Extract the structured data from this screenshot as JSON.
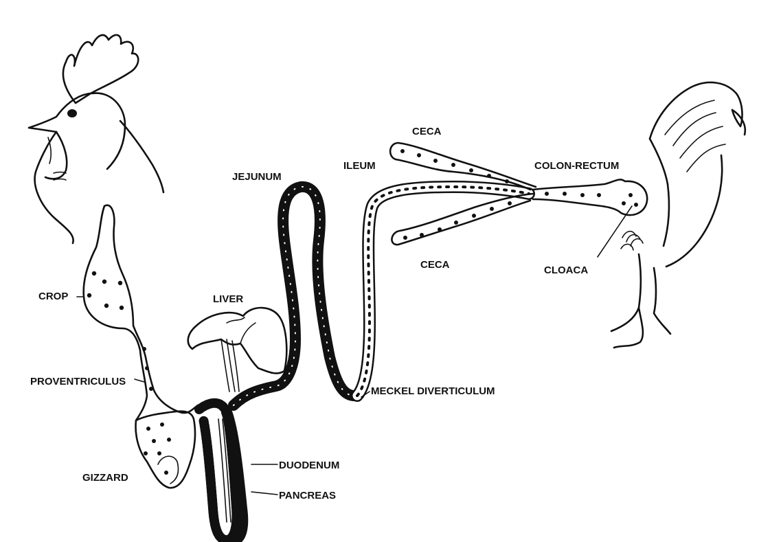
{
  "labels": {
    "crop": "CROP",
    "proventriculus": "PROVENTRICULUS",
    "gizzard": "GIZZARD",
    "liver": "LIVER",
    "jejunum": "JEJUNUM",
    "ileum": "ILEUM",
    "ceca_top": "CECA",
    "ceca_bottom": "CECA",
    "colon_rectum": "COLON-RECTUM",
    "cloaca": "CLOACA",
    "meckel": "MECKEL DIVERTICULUM",
    "duodenum": "DUODENUM",
    "pancreas": "PANCREAS"
  },
  "colors": {
    "ink": "#111111",
    "background": "#ffffff"
  }
}
